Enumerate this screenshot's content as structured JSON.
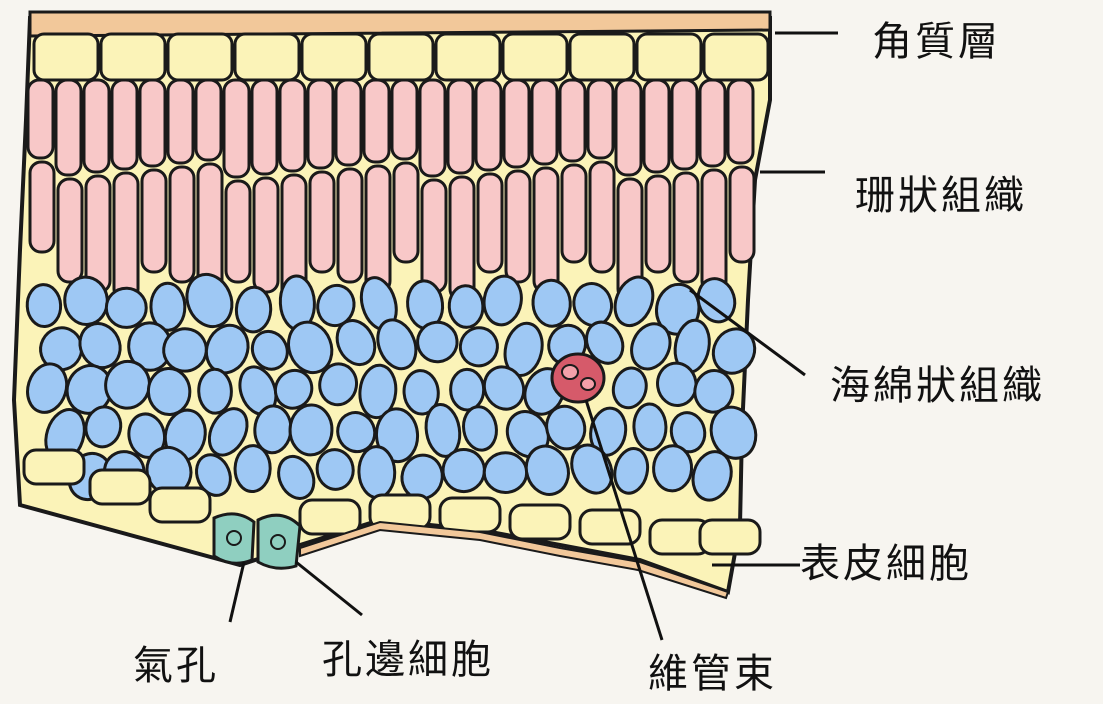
{
  "labels": {
    "cuticle": "角質層",
    "palisade": "珊狀組織",
    "spongy": "海綿狀組織",
    "epidermis": "表皮細胞",
    "stoma": "氣孔",
    "guard_cell": "孔邊細胞",
    "vascular_bundle": "維管束"
  },
  "colors": {
    "background": "#f7f5f0",
    "cuticle": "#f2c89a",
    "epidermis": "#fbf3b8",
    "palisade": "#f8c8c8",
    "spongy": "#9ec8f4",
    "guard_cell": "#8fcfc0",
    "vascular": "#d65a6a",
    "outline": "#1a1a1a"
  }
}
